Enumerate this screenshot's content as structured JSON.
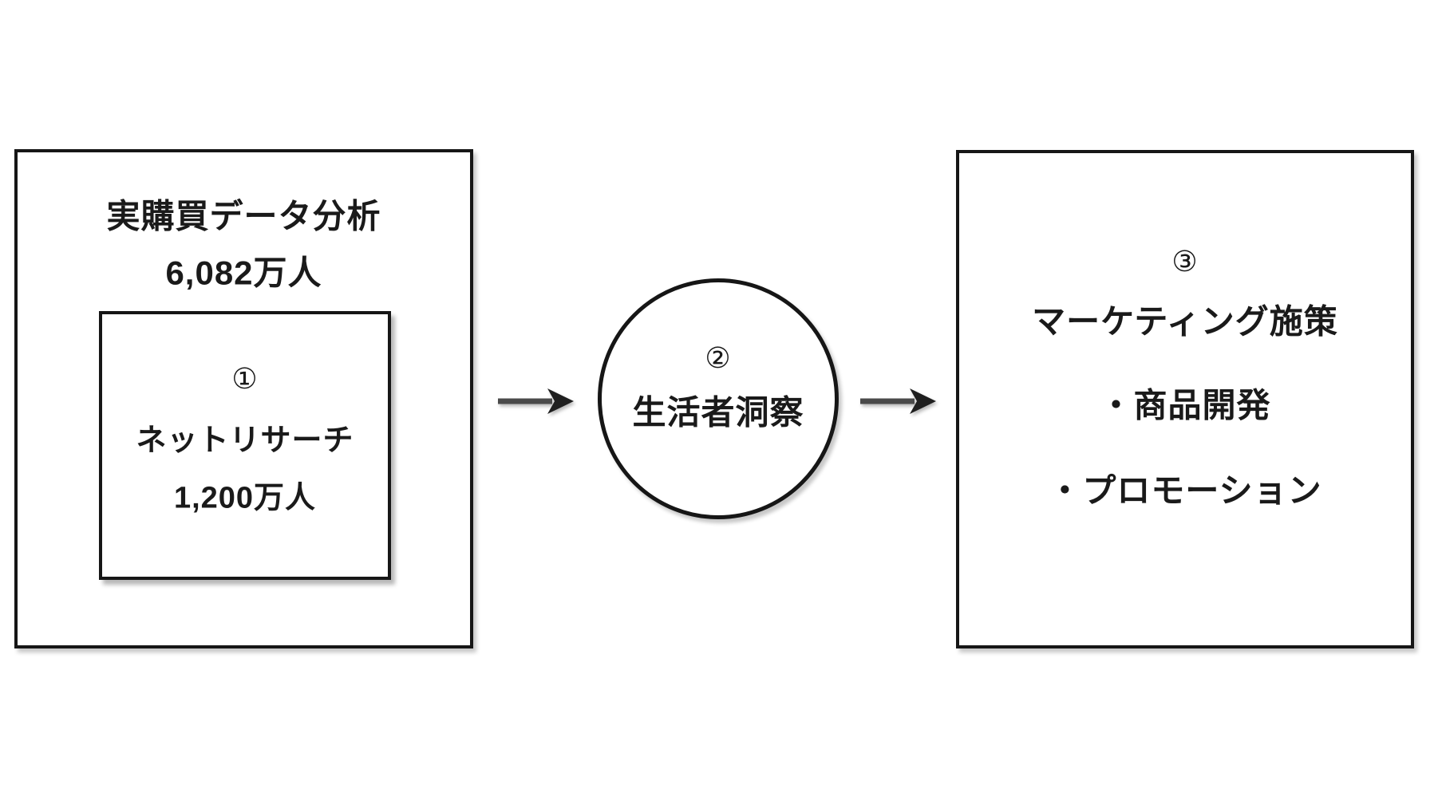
{
  "diagram": {
    "left_box": {
      "title": "実購買データ分析",
      "count": "6,082万人",
      "inner_box": {
        "number": "①",
        "label": "ネットリサーチ",
        "count": "1,200万人"
      }
    },
    "circle": {
      "number": "②",
      "label": "生活者洞察"
    },
    "right_box": {
      "number": "③",
      "title": "マーケティング施策",
      "bullets": [
        "・商品開発",
        "・プロモーション"
      ]
    },
    "colors": {
      "background": "#ffffff",
      "border": "#161616",
      "text": "#1a1a1a",
      "arrow_shaft": "#4a4a4a",
      "arrow_head": "#1f1f1f"
    }
  }
}
